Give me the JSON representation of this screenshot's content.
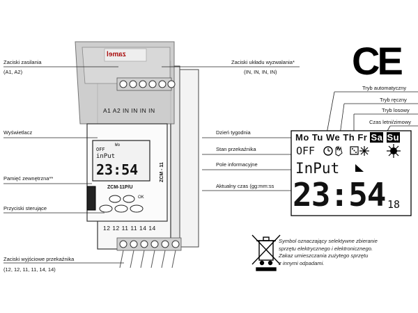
{
  "device": {
    "brand": "zamel",
    "model": "ZCM-11P/U",
    "side_model": "ZCM - 11",
    "top_terminals": "A1 A2 IN IN IN IN",
    "bottom_terminals": "12 12 11 11 14 14",
    "ok_label": "OK",
    "mini_display": {
      "days": "Wo",
      "status": "OFF",
      "info": "inPut",
      "time": "23:54"
    }
  },
  "labels": {
    "power_title": "Zaciski zasilania",
    "power_sub": "(A1, A2)",
    "trigger_title": "Zaciski układu wyzwalania*",
    "trigger_sub": "(IN, IN, IN, IN)",
    "display": "Wyświetlacz",
    "memory": "Pamięć zewnętrzna**",
    "buttons": "Przyciski sterujące",
    "output_title": "Zaciski wyjściowe przekaźnika",
    "output_sub": "(12, 12, 11, 11, 14, 14)",
    "day_of_week": "Dzień tygodnia",
    "relay_state": "Stan przekaźnika",
    "info_field": "Pole informacyjne",
    "current_time": "Aktualny czas (gg:mm:ss",
    "auto_mode": "Tryb automatyczny",
    "manual_mode": "Tryb ręczny",
    "random_mode": "Tryb losowy",
    "summer_winter": "Czas letni/zimowy"
  },
  "lcd": {
    "days": [
      "Mo",
      "Tu",
      "We",
      "Th",
      "Fr",
      "Sa",
      "Su"
    ],
    "status": "OFF",
    "info": "InPut",
    "time": "23:54",
    "seconds": "18"
  },
  "ce_mark": "CE",
  "weee_note": [
    "Symbol oznaczający selektywne zbieranie",
    "sprzętu elektrycznego i elektronicznego.",
    "Zakaz umieszczania zużytego sprzętu",
    "z innymi odpadami."
  ]
}
